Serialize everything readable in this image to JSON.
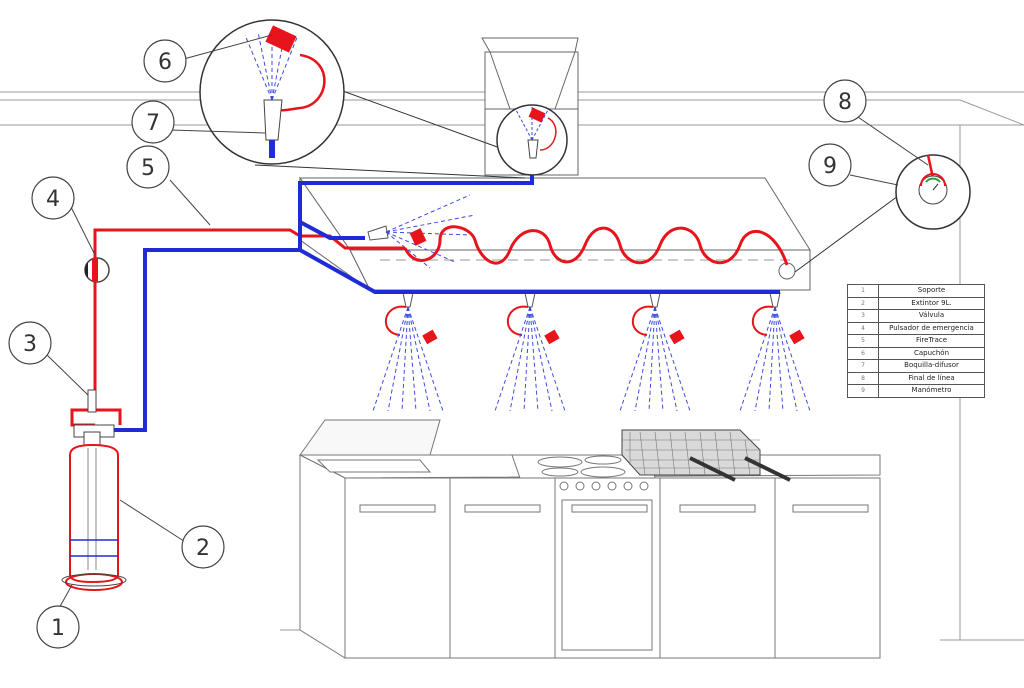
{
  "callouts": [
    "1",
    "2",
    "3",
    "4",
    "5",
    "6",
    "7",
    "8",
    "9"
  ],
  "legend": [
    {
      "n": "1",
      "label": "Soporte"
    },
    {
      "n": "2",
      "label": "Extintor 9L."
    },
    {
      "n": "3",
      "label": "Válvula"
    },
    {
      "n": "4",
      "label": "Pulsador de emergencia"
    },
    {
      "n": "5",
      "label": "FireTrace"
    },
    {
      "n": "6",
      "label": "Capuchón"
    },
    {
      "n": "7",
      "label": "Boquilla-difusor"
    },
    {
      "n": "8",
      "label": "Final de línea"
    },
    {
      "n": "9",
      "label": "Manómetro"
    }
  ],
  "colors": {
    "firetrace_line": "#e8141b",
    "discharge_pipe": "#1f2bd6",
    "spray": "#3c4be0",
    "drawing": "#555555"
  }
}
